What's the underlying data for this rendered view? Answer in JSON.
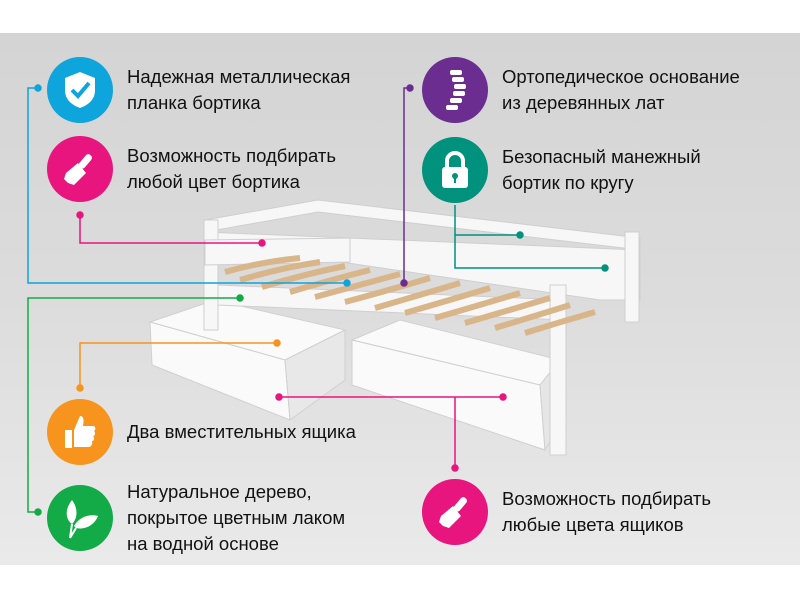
{
  "features": [
    {
      "lines": [
        "Надежная металлическая",
        "планка бортика"
      ],
      "icon": "shield-check-icon",
      "color": "#0ea4dc"
    },
    {
      "lines": [
        "Возможность подбирать",
        "любой цвет бортика"
      ],
      "icon": "paint-brush-icon",
      "color": "#e8157f"
    },
    {
      "lines": [
        "Ортопедическое основание",
        "из деревянных лат"
      ],
      "icon": "spine-icon",
      "color": "#6b2d8f"
    },
    {
      "lines": [
        "Безопасный манежный",
        "бортик по кругу"
      ],
      "icon": "padlock-icon",
      "color": "#00927c"
    },
    {
      "lines": [
        "Два вместительных ящика"
      ],
      "icon": "thumbs-up-icon",
      "color": "#f7941d"
    },
    {
      "lines": [
        "Натуральное дерево,",
        "покрытое цветным лаком",
        "на водной основе"
      ],
      "icon": "leaf-icon",
      "color": "#13ab47"
    },
    {
      "lines": [
        "Возможность подбирать",
        "любые цвета ящиков"
      ],
      "icon": "paint-brush-icon",
      "color": "#e8157f"
    }
  ]
}
